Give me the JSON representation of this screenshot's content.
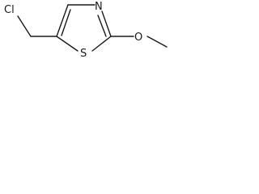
{
  "molecule": {
    "atoms": {
      "chlorine": "Cl",
      "nitrogen": "N",
      "sulfur": "S",
      "oxygen": "O"
    }
  },
  "colors": {
    "bond": "#1a1a1a",
    "background": "#ffffff"
  }
}
